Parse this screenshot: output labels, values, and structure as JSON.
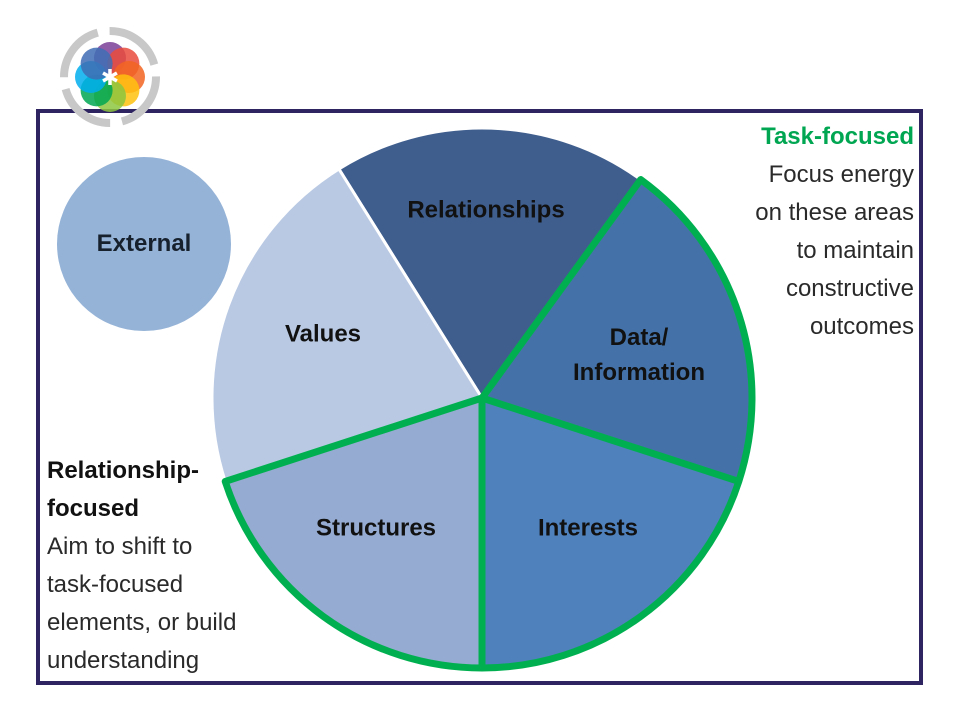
{
  "colors": {
    "frame": "#2e2461",
    "relationships": "#3f5e8e",
    "data_information": "#4472a8",
    "interests": "#4f81bd",
    "structures": "#95abd1",
    "values": "#b9c9e3",
    "external": "#95b3d7",
    "highlight_border": "#00b050",
    "task_title": "#00a651"
  },
  "logo": {
    "icon": "flower-logo-icon"
  },
  "external_circle": {
    "label": "External"
  },
  "pie": {
    "segments": [
      {
        "id": "relationships",
        "label": "Relationships"
      },
      {
        "id": "data-information",
        "label_line1": "Data/",
        "label_line2": "Information"
      },
      {
        "id": "interests",
        "label": "Interests"
      },
      {
        "id": "structures",
        "label": "Structures"
      },
      {
        "id": "values",
        "label": "Values"
      }
    ]
  },
  "task_focused": {
    "title": "Task-focused",
    "lines": [
      "Focus energy",
      "on these areas",
      "to maintain",
      "constructive",
      "outcomes"
    ]
  },
  "relationship_focused": {
    "title_line1": "Relationship-",
    "title_line2": "focused",
    "lines": [
      "Aim to shift to",
      "task-focused",
      "elements, or build",
      "understanding"
    ]
  }
}
